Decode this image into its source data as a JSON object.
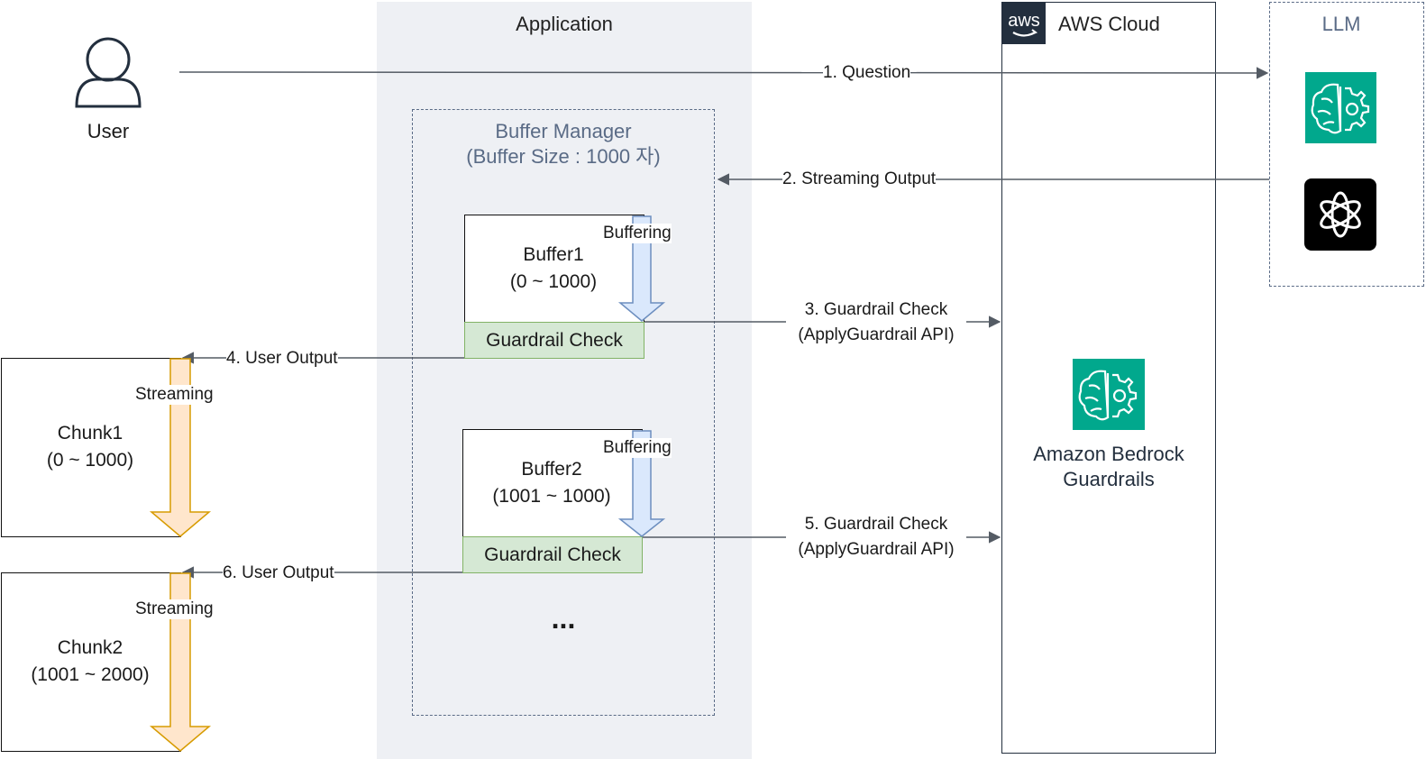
{
  "lanes": {
    "application": "Application",
    "aws_cloud": "AWS Cloud",
    "llm": "LLM",
    "buffer_manager_line1": "Buffer Manager",
    "buffer_manager_line2": "(Buffer Size : 1000 자)"
  },
  "actors": {
    "user": "User",
    "aws_logo_text": "aws",
    "bedrock_line1": "Amazon Bedrock",
    "bedrock_line2": "Guardrails"
  },
  "buffers": [
    {
      "name": "Buffer1",
      "range": "(0 ~ 1000)",
      "arrow": "Buffering",
      "check": "Guardrail Check"
    },
    {
      "name": "Buffer2",
      "range": "(1001 ~ 1000)",
      "arrow": "Buffering",
      "check": "Guardrail Check"
    }
  ],
  "chunks": [
    {
      "name": "Chunk1",
      "range": "(0 ~ 1000)",
      "arrow": "Streaming"
    },
    {
      "name": "Chunk2",
      "range": "(1001 ~ 2000)",
      "arrow": "Streaming"
    }
  ],
  "ellipsis": "...",
  "flows": {
    "question": "1. Question",
    "streaming_output": "2. Streaming Output",
    "guardrail_check_3": "3. Guardrail Check",
    "guardrail_check_5": "5. Guardrail Check",
    "api": "(ApplyGuardrail API)",
    "user_output_4": "4. User Output",
    "user_output_6": "6. User Output"
  },
  "colors": {
    "bedrock_green": "#01a88d",
    "openai_black": "#000000",
    "buffer_arrow_fill": "#dae8fc",
    "buffer_arrow_stroke": "#6c8ebf",
    "stream_arrow_fill": "#ffe6cc",
    "stream_arrow_stroke": "#d79b00",
    "check_fill": "#d5e8d4",
    "check_stroke": "#82b366",
    "connector": "#545b64"
  }
}
